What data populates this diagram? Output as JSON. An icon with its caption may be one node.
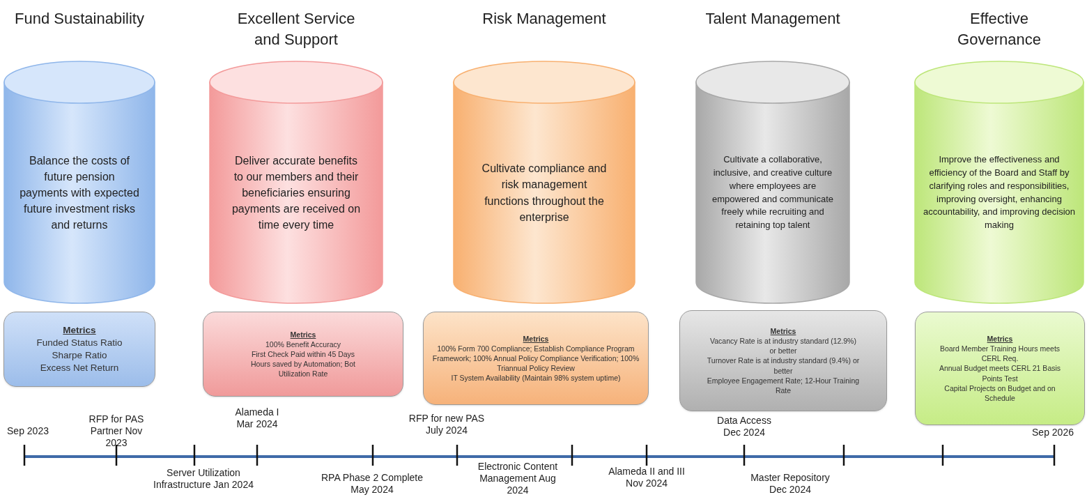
{
  "diagram": {
    "nodes": [
      {
        "text": [
          "Fund Sustainability",
          "Balance the costs of future pension payments with expected future investment risks and returns"
        ]
      },
      {
        "text": [
          "Metrics",
          "Funded Status Ratio",
          "Sharpe Ratio",
          "Excess Net Return"
        ]
      },
      {
        "text": [
          "Excellent Service and Support",
          "Deliver accurate benefits to our members and their beneficiaries ensuring payments are received on time every time"
        ]
      },
      {
        "text": [
          "Metrics",
          "100% Benefit Accuracy",
          "First Check Paid within 45 Days",
          "Hours saved by Automation; Bot Utilization Rate"
        ]
      },
      {
        "text": [
          "Risk Management",
          "Cultivate compliance and risk management functions throughout the enterprise"
        ]
      },
      {
        "text": [
          "Metrics",
          "100% Form 700 Compliance; Establish Compliance Program Framework; 100% Annual Policy Compliance Verification; 100% Triannual Policy Review",
          "IT System Availability (Maintain 98% system uptime)"
        ]
      },
      {
        "text": [
          "Talent Management",
          "Cultivate a collaborative, inclusive, and creative culture where employees are empowered and communicate freely while recruiting and retaining top talent"
        ]
      },
      {
        "text": [
          "Metrics",
          "Vacancy Rate is at industry standard (12.9%) or better",
          "Turnover Rate is at industry standard (9.4%) or better",
          "Employee Engagement Rate; 12-Hour Training Rate"
        ]
      },
      {
        "text": [
          "Effective Governance",
          "Improve the effectiveness and efficiency of the Board and Staff by clarifying roles and responsibilities, improving oversight, enhancing accountability, and improving decision making"
        ]
      },
      {
        "text": [
          "Metrics",
          "Board Member Training Hours meets CERL Req.",
          "Annual Budget meets CERL 21 Basis Points Test",
          "Capital Projects on Budget and on Schedule"
        ]
      }
    ],
    "labels": [
      "RFP for PAS Partner Nov 2023",
      "Alameda I Mar 2024",
      "Sep 2023",
      "RFP for new PAS July 2024",
      "Data Access Dec 2024",
      "Sep 2026",
      "Server Utilization Infrastructure Jan 2024",
      "RPA Phase 2 Complete May 2024",
      "Electronic Content Management Aug 2024",
      "Alameda II and III Nov 2024",
      "Master Repository Dec 2024"
    ]
  }
}
